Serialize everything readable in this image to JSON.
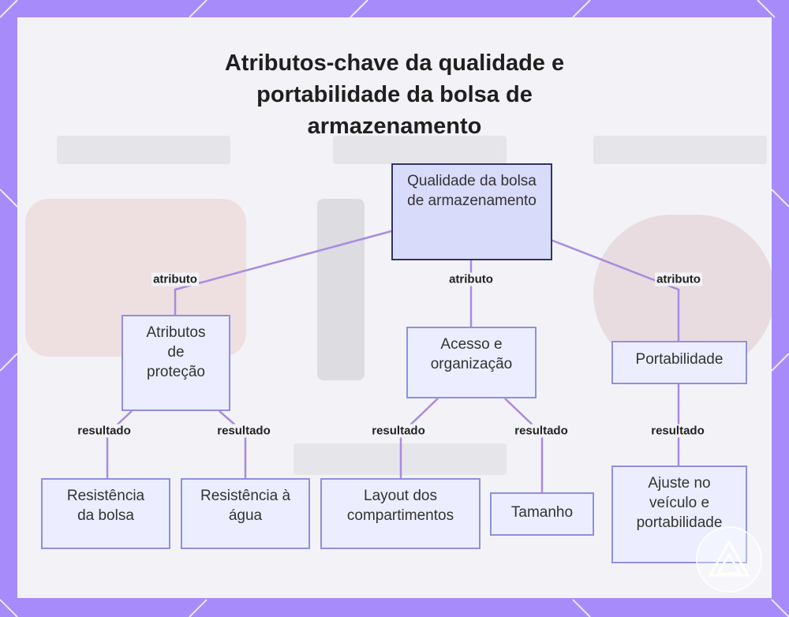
{
  "title": "Atributos-chave da qualidade e portabilidade da bolsa de armazenamento",
  "colors": {
    "frame": "#a78bfa",
    "background": "#f3f2f7",
    "node_fill": "#eceeff",
    "node_border": "#8f8fe0",
    "root_fill": "#d9dbfb",
    "root_border": "#333366",
    "edge": "#a98be0"
  },
  "nodes": {
    "root": "Qualidade da bolsa de armazenamento",
    "protecao": "Atributos de proteção",
    "acesso": "Acesso e organização",
    "portabilidade": "Portabilidade",
    "resistencia_bolsa": "Resistência da bolsa",
    "resistencia_agua": "Resistência à água",
    "layout": "Layout dos compartimentos",
    "tamanho": "Tamanho",
    "ajuste": "Ajuste no veículo e portabilidade"
  },
  "edges": {
    "atributo_1": "atributo",
    "atributo_2": "atributo",
    "atributo_3": "atributo",
    "resultado_1": "resultado",
    "resultado_2": "resultado",
    "resultado_3": "resultado",
    "resultado_4": "resultado",
    "resultado_5": "resultado"
  },
  "logo_icon": "triangle-logo-icon"
}
